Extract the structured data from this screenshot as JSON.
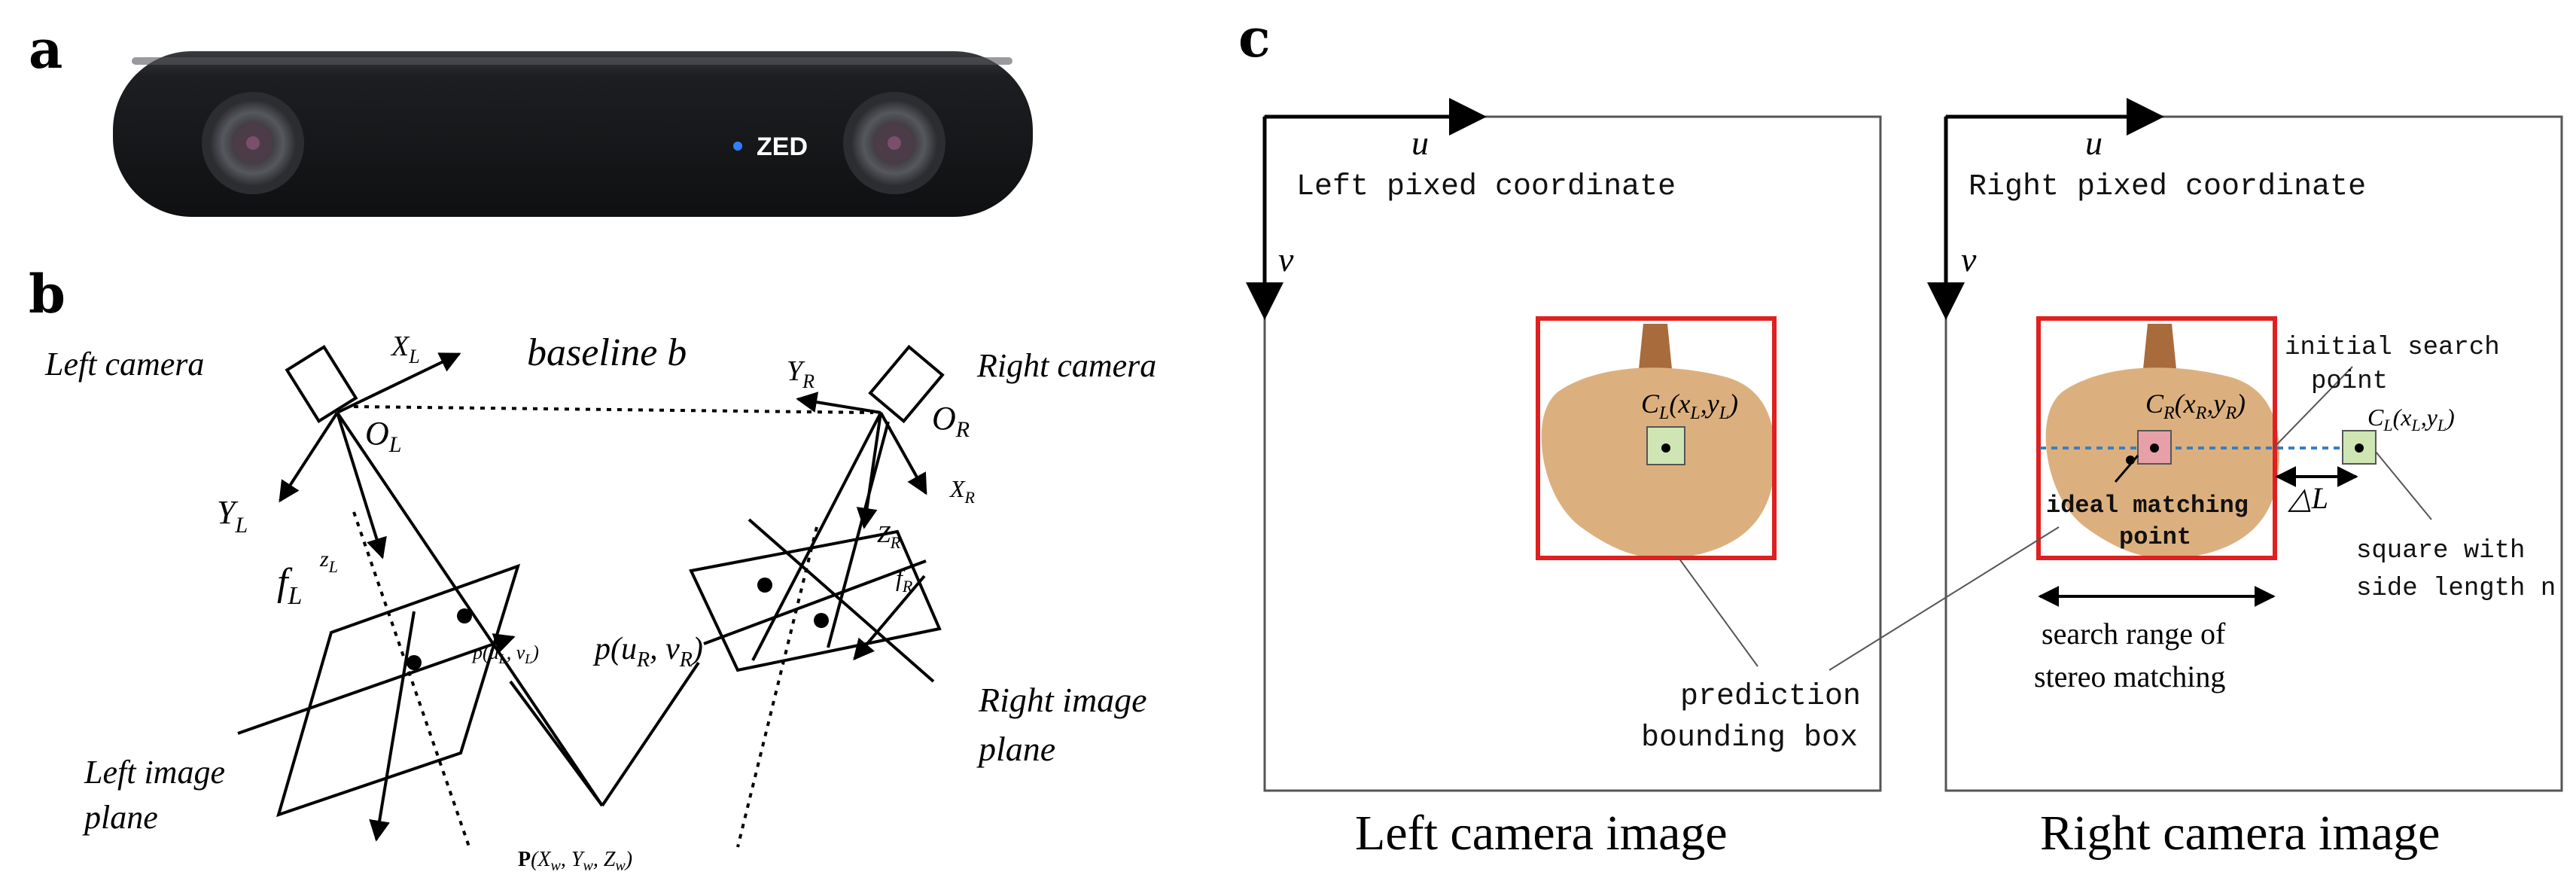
{
  "panels": {
    "a": "a",
    "b": "b",
    "c": "c"
  },
  "camera": {
    "brand": "ZED",
    "colors": {
      "body": "#1c1c1e",
      "indicator": "#2f7fff"
    }
  },
  "geometry_b": {
    "left_camera": "Left camera",
    "right_camera": "Right camera",
    "baseline": "baseline b",
    "XL": "X",
    "XL_sub": "L",
    "YL": "Y",
    "YL_sub": "L",
    "OL": "O",
    "OL_sub": "L",
    "fL": "f",
    "fL_sub": "L",
    "zL": "z",
    "zL_sub": "L",
    "YR": "Y",
    "YR_sub": "R",
    "OR": "O",
    "OR_sub": "R",
    "XR": "X",
    "XR_sub": "R",
    "ZR": "Z",
    "ZR_sub": "R",
    "fR": "f",
    "fR_sub": "R",
    "pL": "p(u",
    "pL_sub1": "L",
    "pL_mid": ", v",
    "pL_sub2": "L",
    "pL_end": ")",
    "pR": "p(u",
    "pR_sub1": "R",
    "pR_mid": ", v",
    "pR_sub2": "R",
    "pR_end": ")",
    "Pw": "P",
    "Pw_rest": "(X",
    "Pw_s1": "w",
    "Pw_m1": ", Y",
    "Pw_s2": "w",
    "Pw_m2": ", Z",
    "Pw_s3": "w",
    "Pw_end": ")",
    "left_plane_1": "Left image",
    "left_plane_2": "plane",
    "right_plane_1": "Right image",
    "right_plane_2": "plane"
  },
  "stereo_c": {
    "u": "u",
    "v": "v",
    "left_coord": "Left pixed coordinate",
    "right_coord": "Right pixed coordinate",
    "CL_label": "C",
    "CL_sub": "L",
    "CL_args": "(x",
    "CL_s1": "L",
    "CL_comma": ",y",
    "CL_s2": "L",
    "CL_end": ")",
    "CR_label": "C",
    "CR_sub": "R",
    "CR_args": "(x",
    "CR_s1": "R",
    "CR_comma": ",y",
    "CR_s2": "R",
    "CR_end": ")",
    "initial_1": "initial search",
    "initial_2": "point",
    "ideal_1": "ideal matching",
    "ideal_2": "point",
    "deltaL": "△L",
    "square_1": "square with",
    "square_2": "side length n",
    "search_1": "search range of",
    "search_2": "stereo matching",
    "pred_1": "prediction",
    "pred_2": "bounding box",
    "left_caption": "Left camera image",
    "right_caption": "Right camera image",
    "colors": {
      "box": "#e02020",
      "fruit": "#dcb07e",
      "stem": "#a86b3c",
      "green_sq": "#cfe6b4",
      "red_sq": "#e8a0a8",
      "dashed": "#3a7fc0"
    }
  }
}
